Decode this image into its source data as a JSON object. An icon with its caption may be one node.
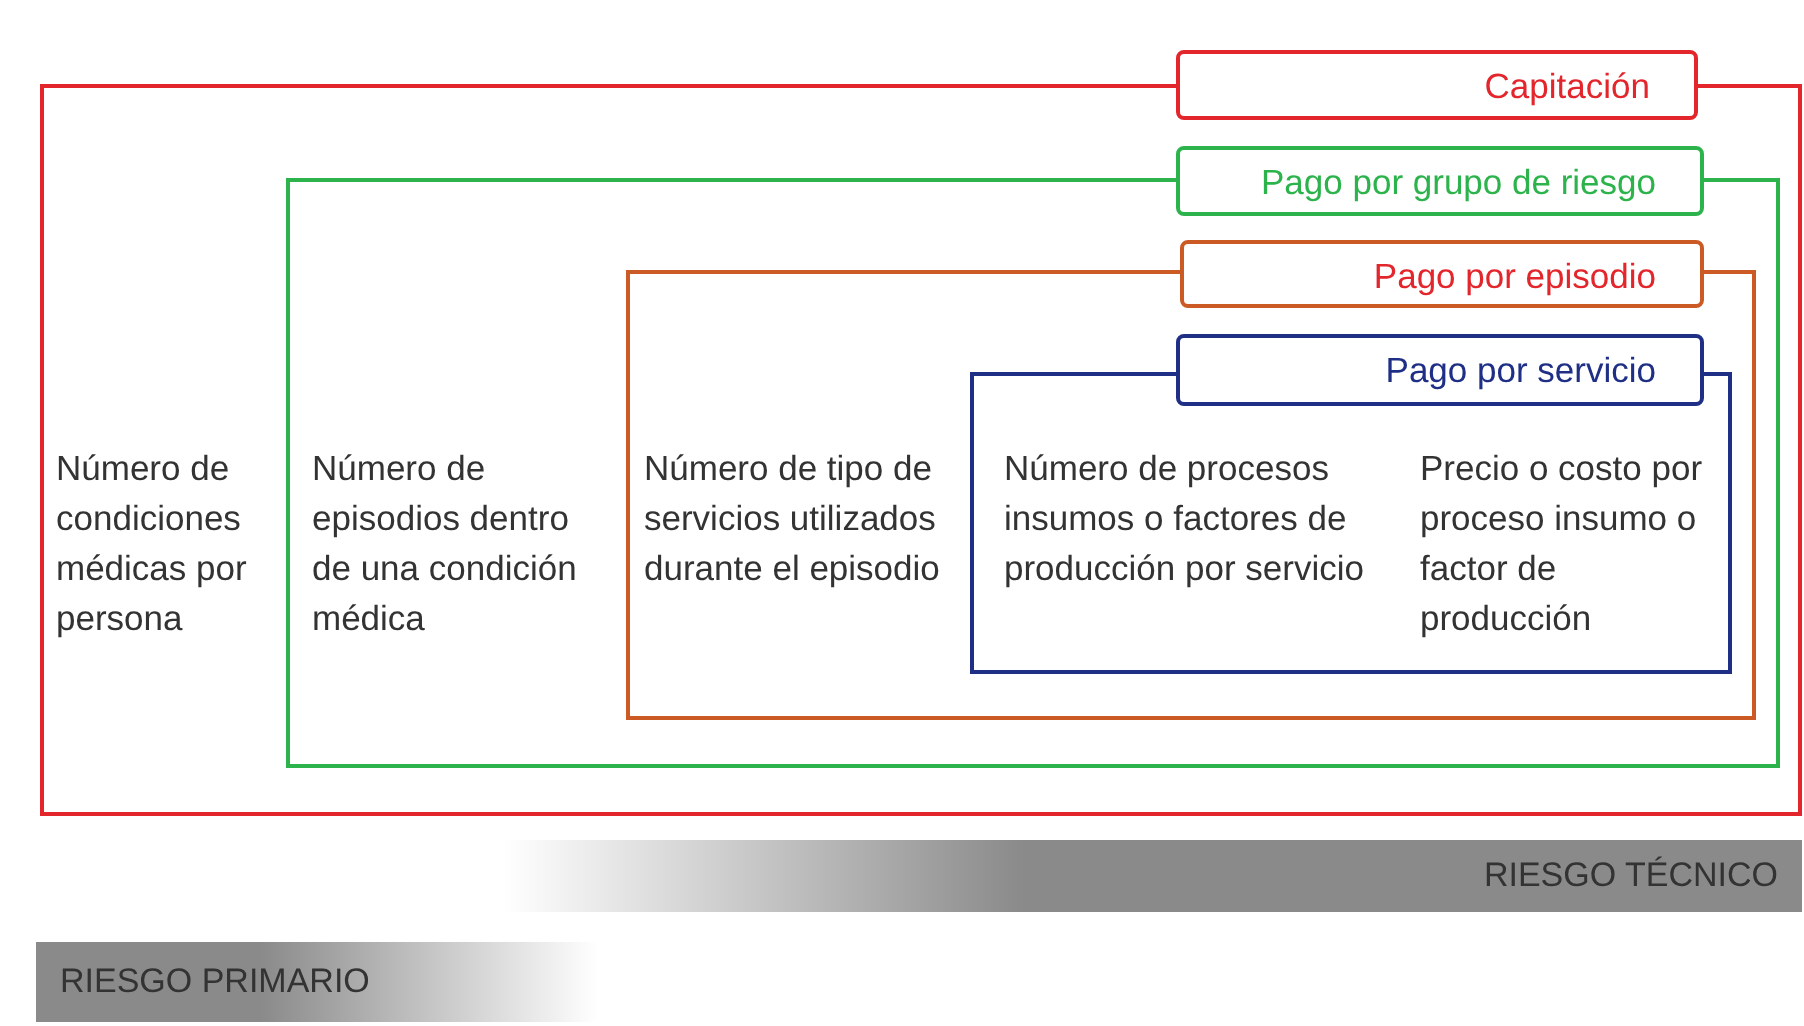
{
  "diagram": {
    "nodes": [
      {
        "text": [
          "Capitación",
          "Número de condiciones médicas por persona"
        ]
      },
      {
        "text": [
          "Pago por grupo de riesgo",
          "Número de episodios dentro de una condición médica"
        ],
        "in": 0
      },
      {
        "text": [
          "Pago por episodio",
          "Número de tipo de servicios utilizados durante el episodio"
        ],
        "in": 1
      },
      {
        "text": [
          "Pago por servicio",
          "Número de procesos insumos o factores de producción por servicio",
          "Precio o costo por proceso insumo o factor de producción"
        ],
        "in": 2
      },
      {
        "text": [
          "RIESGO TÉCNICO"
        ]
      },
      {
        "text": [
          "RIESGO PRIMARIO"
        ]
      }
    ]
  }
}
